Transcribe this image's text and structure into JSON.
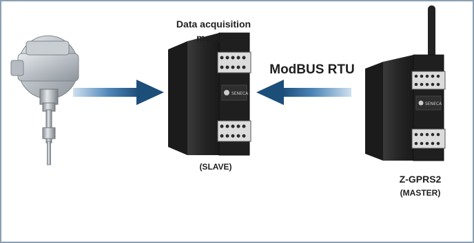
{
  "diagram": {
    "module_title": "Data acquisition module",
    "protocol_label": "ModBUS RTU",
    "slave_label": "(SLAVE)",
    "master_name": "Z-GPRS2",
    "master_role": "(MASTER)",
    "device_brand_text": "SENECA"
  },
  "colors": {
    "frame_border": "#8a9fb3",
    "arrow_dark": "#1c4e7a",
    "arrow_light": "#cfe0ef",
    "module_body": "#2b2b2b",
    "antenna": "#222222",
    "connector_gold": "#c8a24a"
  },
  "icons": {
    "sensor": "thermocouple-probe-icon",
    "slave_device": "din-rail-module-icon",
    "master_device": "gprs-module-antenna-icon"
  }
}
